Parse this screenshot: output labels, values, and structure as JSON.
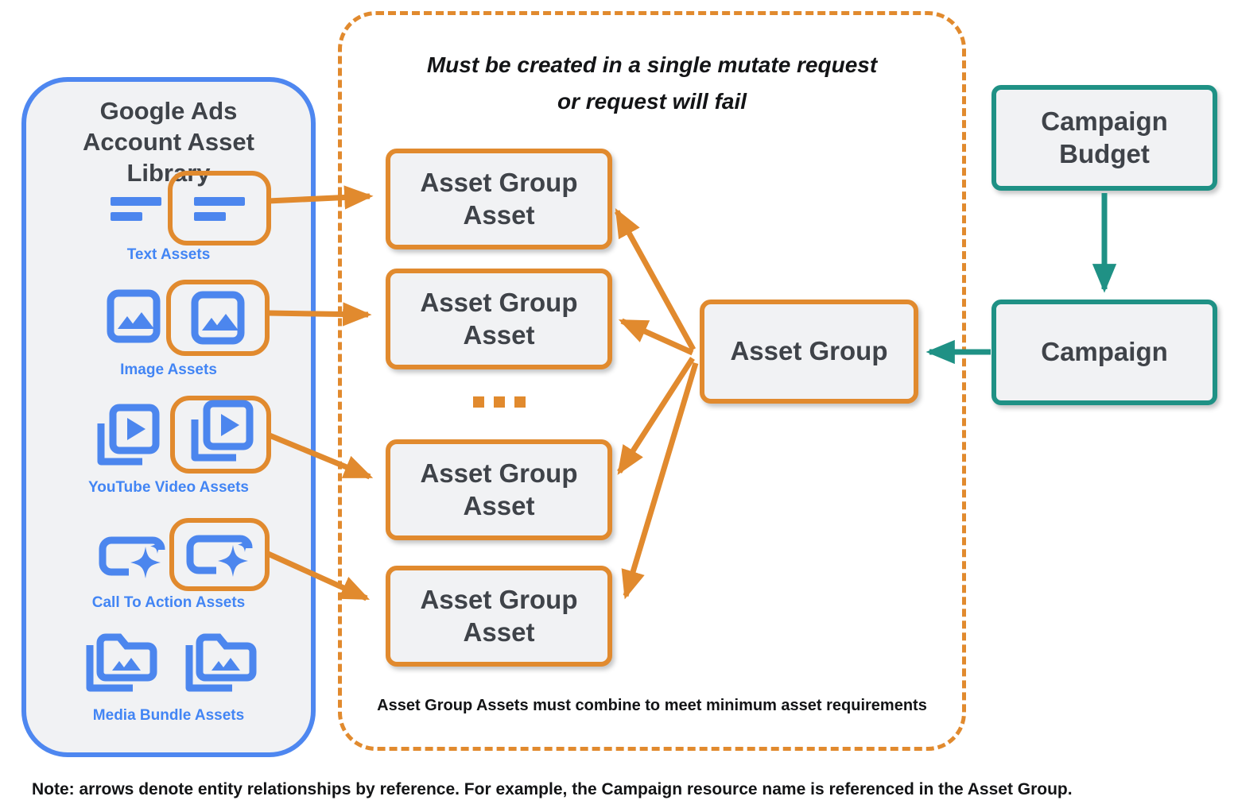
{
  "colors": {
    "orange": "#E18A2E",
    "blue_border": "#4E87F0",
    "blue_icon": "#4C86EE",
    "blue_label": "#4285F4",
    "teal": "#1F9185",
    "panel_bg": "#F1F2F4",
    "box_text": "#3F4349",
    "title_text": "#131416"
  },
  "library": {
    "title": "Google Ads Account Asset Library",
    "rows": [
      {
        "label": "Text Assets",
        "icon": "text-lines-icon",
        "highlighted": true
      },
      {
        "label": "Image Assets",
        "icon": "image-icon",
        "highlighted": true
      },
      {
        "label": "YouTube Video Assets",
        "icon": "youtube-video-icon",
        "highlighted": true
      },
      {
        "label": "Call To Action Assets",
        "icon": "call-to-action-sparkle-icon",
        "highlighted": true
      },
      {
        "label": "Media Bundle Assets",
        "icon": "media-bundle-folder-icon",
        "highlighted": false
      }
    ]
  },
  "mutate_group": {
    "title_line1": "Must be created in a single mutate request",
    "title_line2": "or request will fail",
    "asset_boxes": [
      "Asset Group Asset",
      "Asset Group Asset",
      "Asset Group Asset",
      "Asset Group Asset"
    ],
    "caption": "Asset Group Assets must combine to meet minimum asset requirements"
  },
  "entities": {
    "asset_group": "Asset Group",
    "campaign_budget": "Campaign Budget",
    "campaign": "Campaign"
  },
  "note": "Note: arrows denote entity relationships by reference. For example, the Campaign resource name is referenced in the Asset Group."
}
